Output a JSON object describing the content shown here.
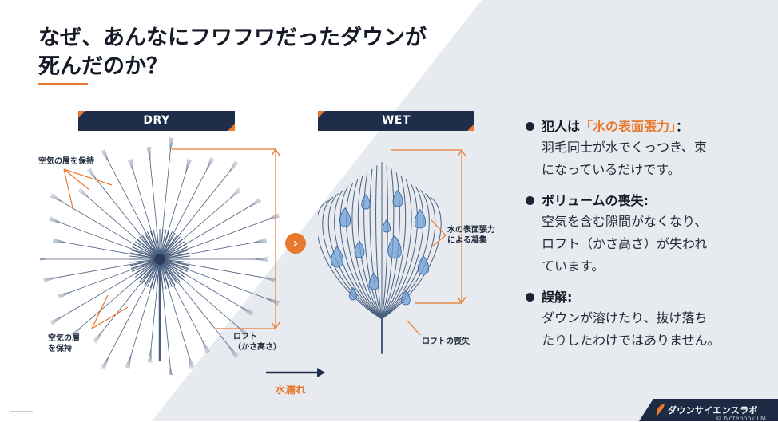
{
  "title": {
    "line1": "なぜ、あんなにフワフワだったダウンが",
    "line2": "死んだのか？"
  },
  "diagram": {
    "dry_label": "DRY",
    "wet_label": "WET",
    "dry_annotation_top": "空気の層を保持",
    "dry_annotation_bottom_1": "空気の層",
    "dry_annotation_bottom_2": "を保持",
    "dry_loft_1": "ロフト",
    "dry_loft_2": "（かさ高さ）",
    "wet_annotation_1": "水の表面張力",
    "wet_annotation_2": "による凝集",
    "wet_loss": "ロフトの喪失",
    "transition_label": "水濡れ",
    "next_icon": "chevron-right-icon"
  },
  "bullets": [
    {
      "head_prefix": "犯人は",
      "head_accent": "「水の表面張力」",
      "head_suffix": "：",
      "body": [
        "羽毛同士が水でくっつき、束",
        "になっているだけです。"
      ]
    },
    {
      "head_prefix": "ボリュームの喪失:",
      "head_accent": "",
      "head_suffix": "",
      "body": [
        "空気を含む隙間がなくなり、",
        "ロフト（かさ高さ）が失われ",
        "ています。"
      ]
    },
    {
      "head_prefix": "誤解:",
      "head_accent": "",
      "head_suffix": "",
      "body": [
        "ダウンが溶けたり、抜け落ち",
        "たりしたわけではありません。"
      ]
    }
  ],
  "brand": {
    "name": "ダウンサイエンスラボ",
    "sub": "© Notebook LM"
  },
  "colors": {
    "accent": "#e8782b",
    "navy": "#1e2d4a",
    "feather": "#4a5f80",
    "water": "#6f9fd6"
  }
}
